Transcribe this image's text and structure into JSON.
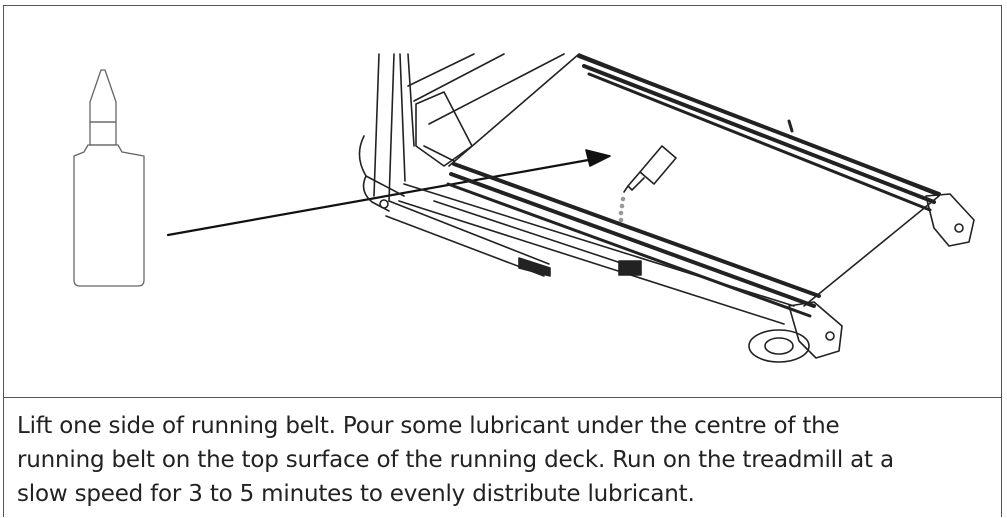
{
  "instruction": {
    "lines": [
      "Lift one side of running belt. Pour some lubricant under the centre of the",
      "running belt on the top surface of the running deck. Run on the treadmill at a",
      "slow speed for 3 to 5 minutes to evenly distribute lubricant."
    ]
  },
  "icons": {
    "bottle": "lubricant-bottle-icon",
    "small_bottle": "pouring-bottle-icon",
    "arrow": "pointer-arrow-icon",
    "treadmill": "treadmill-illustration"
  }
}
